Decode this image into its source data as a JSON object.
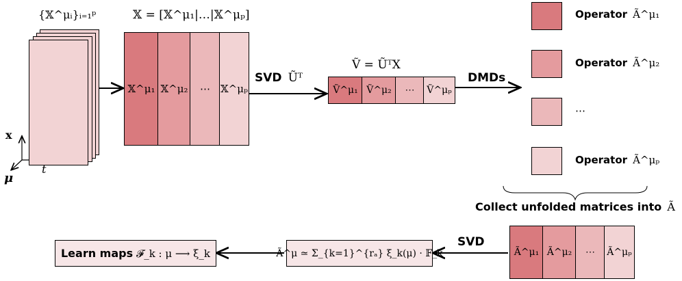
{
  "stack": {
    "label": "{𝕏^μᵢ}ᵢ₌₁ᵖ",
    "axis_x": "x",
    "axis_t": "t",
    "axis_mu": "μ"
  },
  "snapshot_matrix": {
    "label": "𝕏 = [𝕏^μ₁|…|𝕏^μₚ]",
    "cells": [
      "𝕏^μ₁",
      "𝕏^μ₂",
      "⋯",
      "𝕏^μₚ"
    ]
  },
  "svd_step": {
    "label": "SVD",
    "formula": "Ũᵀ"
  },
  "reduced_matrix": {
    "label": "Ṽ = ŨᵀX",
    "cells": [
      "Ṽ^μ₁",
      "Ṽ^μ₂",
      "⋯",
      "Ṽ^μₚ"
    ]
  },
  "dmds_step": {
    "label": "DMDs"
  },
  "operators": [
    {
      "word": "Operator",
      "formula": "Ã^μ₁"
    },
    {
      "word": "Operator",
      "formula": "Ã^μ₂"
    },
    {
      "word": "",
      "formula": "⋯"
    },
    {
      "word": "Operator",
      "formula": "Ã^μₚ"
    }
  ],
  "collect": {
    "label": "Collect unfolded matrices into",
    "formula": "Ã"
  },
  "svd2": {
    "label": "SVD"
  },
  "operator_matrix": {
    "cells": [
      "Ã^μ₁",
      "Ã^μ₂",
      "⋯",
      "Ã^μₚ"
    ]
  },
  "expansion": {
    "formula": "Ã^μ ≃ Σ_{k=1}^{rₐ} ξ_k(μ) · 𝔽_k"
  },
  "learn": {
    "label": "Learn maps",
    "formula": "𝓕_k : μ ⟶ ξ_k"
  },
  "colors": {
    "shade1": "#d97a7e",
    "shade2": "#e49b9e",
    "shade3": "#ebb8ba",
    "shade4": "#f2d3d4"
  }
}
